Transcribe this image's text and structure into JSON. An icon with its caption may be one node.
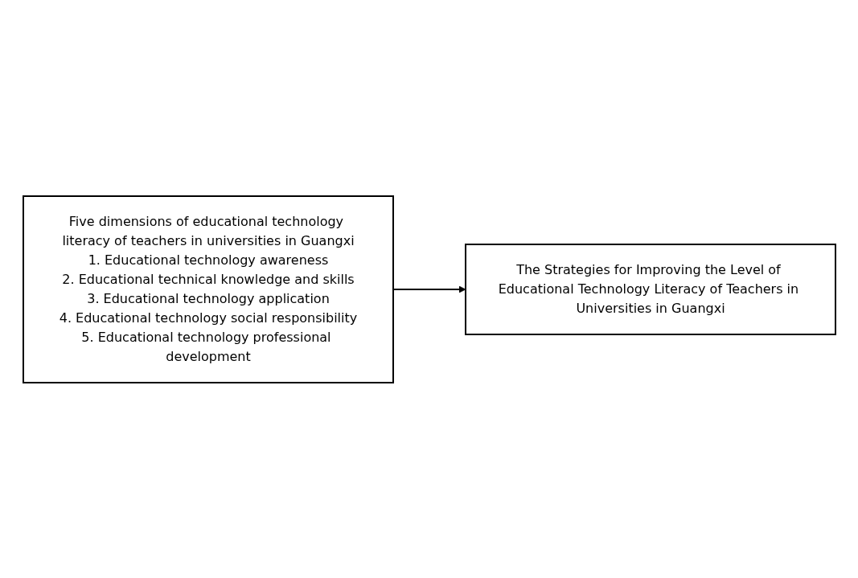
{
  "diagram": {
    "nodes": [
      {
        "text": [
          "Five dimensions of educational technology literacy of teachers in universities in Guangxi",
          "1. Educational technology awareness",
          "2. Educational technical knowledge and skills",
          "3. Educational technology application",
          "4. Educational technology social responsibility",
          "5. Educational technology professional development"
        ]
      },
      {
        "text": [
          "The Strategies for Improving the Level of Educational Technology Literacy of Teachers in Universities in Guangxi"
        ]
      }
    ],
    "edges": [
      {
        "from": 0,
        "to": 1,
        "arrow": "to"
      }
    ]
  }
}
